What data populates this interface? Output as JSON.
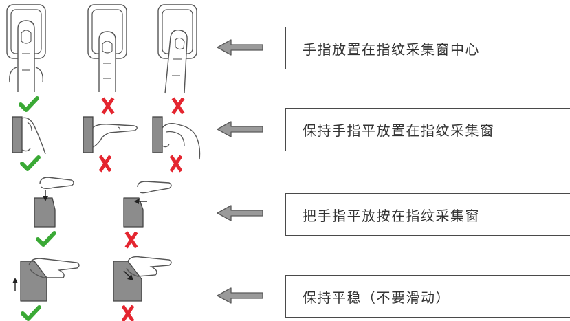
{
  "instructions": [
    {
      "text": "手指放置在指纹采集窗中心"
    },
    {
      "text": "保持手指平放置在指纹采集窗"
    },
    {
      "text": "把手指平放按在指纹采集窗"
    },
    {
      "text": "保持平稳（不要滑动）"
    }
  ],
  "colors": {
    "correct": "#3aa935",
    "wrong": "#e4252f",
    "sensor": "#8c8c8c",
    "arrow_fill": "#9a9a9a",
    "line": "#4a4a4a"
  },
  "icons": {
    "correct": "check-mark",
    "wrong": "x-mark",
    "pointer": "left-arrow"
  }
}
